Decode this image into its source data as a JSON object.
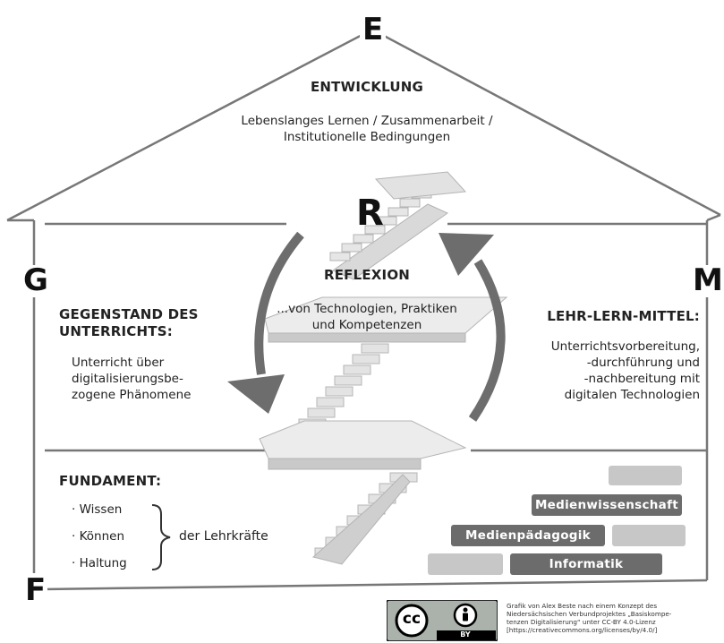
{
  "letters": {
    "top": "E",
    "left": "G",
    "right": "M",
    "bottom": "F",
    "center": "R"
  },
  "roof": {
    "title": "ENTWICKLUNG",
    "lines": [
      "Lebenslanges Lernen / Zusammenarbeit /",
      "Institutionelle Bedingungen"
    ]
  },
  "reflexion": {
    "title": "REFLEXION",
    "lines": [
      "...von Technologien, Praktiken",
      "und Kompetenzen"
    ]
  },
  "gegenstand": {
    "title_lines": [
      "GEGENSTAND DES",
      "UNTERRICHTS:"
    ],
    "lines": [
      "Unterricht über",
      "digitalisierungsbe-",
      "zogene Phänomene"
    ]
  },
  "lehrlern": {
    "title": "LEHR-LERN-MITTEL:",
    "lines": [
      "Unterrichtsvorbereitung,",
      "-durchführung und",
      "-nachbereitung mit",
      "digitalen Technologien"
    ]
  },
  "fundament": {
    "title": "FUNDAMENT:",
    "items": [
      "Wissen",
      "Können",
      "Haltung"
    ],
    "suffix": "der Lehrkräfte"
  },
  "bricks": {
    "medienwissenschaft": "Medienwissenschaft",
    "medienpaedagogik": "Medienpädagogik",
    "informatik": "Informatik"
  },
  "license": {
    "cc_label": "cc",
    "by_label": "BY",
    "credit_lines": [
      "Grafik von Alex Beste nach einem Konzept des",
      "Niedersächsischen Verbundprojektes „Basiskompe-",
      "tenzen Digitalisierung“ unter CC-BY 4.0-Lizenz",
      "[https://creativecommons.org/licenses/by/4.0/]"
    ]
  },
  "colors": {
    "line": "#777777",
    "brick_light": "#c7c7c7",
    "brick_dark": "#6c6c6c",
    "stair": "#d6d6d6"
  }
}
